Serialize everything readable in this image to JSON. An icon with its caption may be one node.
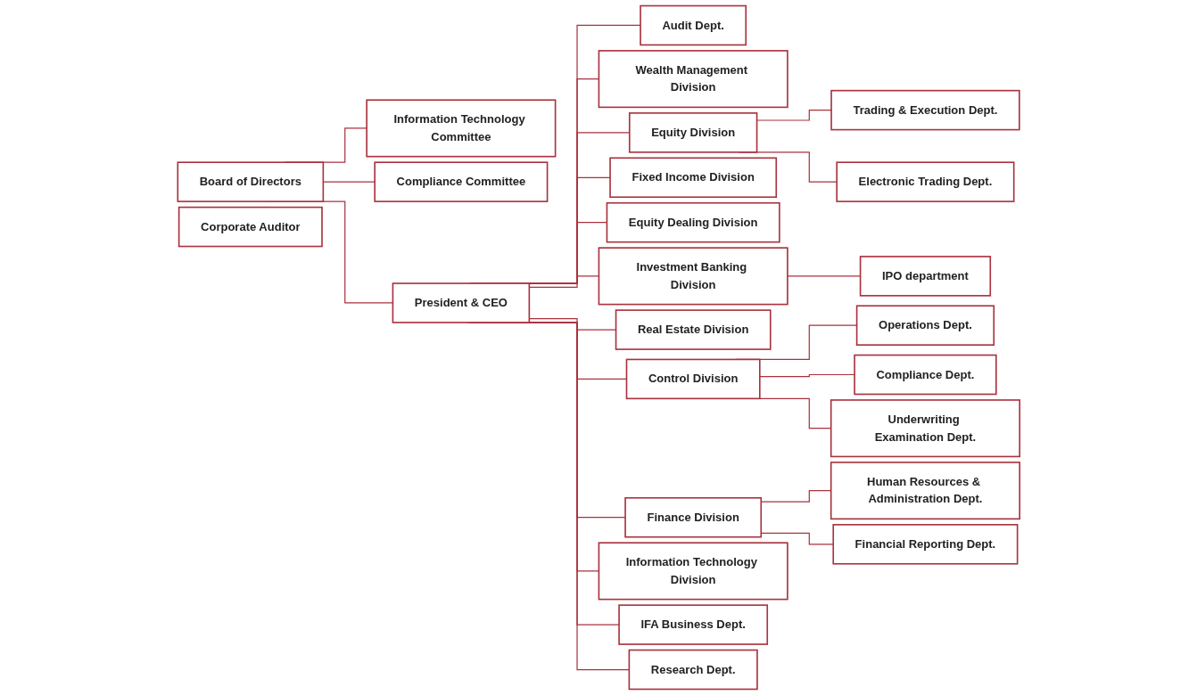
{
  "diagram": {
    "nodes": [
      {
        "text": [
          "Board of Directors"
        ]
      },
      {
        "text": [
          "Information Technology Committee"
        ]
      },
      {
        "text": [
          "Compliance Committee"
        ]
      },
      {
        "text": [
          "Corporate Auditor"
        ]
      },
      {
        "text": [
          "President & CEO"
        ]
      },
      {
        "text": [
          "Audit Dept."
        ]
      },
      {
        "text": [
          "Wealth Management Division"
        ]
      },
      {
        "text": [
          "Equity Division"
        ]
      },
      {
        "text": [
          "Fixed Income Division"
        ]
      },
      {
        "text": [
          "Equity Dealing Division"
        ]
      },
      {
        "text": [
          "Investment Banking Division"
        ]
      },
      {
        "text": [
          "Real Estate Division"
        ]
      },
      {
        "text": [
          "Control Division"
        ]
      },
      {
        "text": [
          "Finance Division"
        ]
      },
      {
        "text": [
          "Information Technology Division"
        ]
      },
      {
        "text": [
          "Trading & Execution Dept."
        ]
      },
      {
        "text": [
          "Electronic Trading Dept."
        ]
      },
      {
        "text": [
          "IPO department"
        ]
      },
      {
        "text": [
          "IFA Business Dept."
        ]
      },
      {
        "text": [
          "Operations Dept."
        ]
      },
      {
        "text": [
          "Compliance Dept."
        ]
      },
      {
        "text": [
          "Underwriting Examination Dept."
        ]
      },
      {
        "text": [
          "Human Resources & Administration Dept."
        ]
      },
      {
        "text": [
          "Financial Reporting Dept."
        ]
      },
      {
        "text": [
          "Research Dept."
        ]
      }
    ],
    "edges": [
      {
        "from": 0,
        "to": 1,
        "arrow": "none"
      },
      {
        "from": 0,
        "to": 2,
        "arrow": "none"
      },
      {
        "from": 0,
        "to": 4,
        "arrow": "none"
      },
      {
        "from": 4,
        "to": 5,
        "arrow": "none"
      },
      {
        "from": 4,
        "to": 6,
        "arrow": "none"
      },
      {
        "from": 4,
        "to": 7,
        "arrow": "none"
      },
      {
        "from": 4,
        "to": 8,
        "arrow": "none"
      },
      {
        "from": 4,
        "to": 9,
        "arrow": "none"
      },
      {
        "from": 4,
        "to": 10,
        "arrow": "none"
      },
      {
        "from": 4,
        "to": 11,
        "arrow": "none"
      },
      {
        "from": 4,
        "to": 18,
        "arrow": "none"
      },
      {
        "from": 4,
        "to": 12,
        "arrow": "none"
      },
      {
        "from": 4,
        "to": 13,
        "arrow": "none"
      },
      {
        "from": 4,
        "to": 14,
        "arrow": "none"
      },
      {
        "from": 4,
        "to": 24,
        "arrow": "none"
      },
      {
        "from": 7,
        "to": 15,
        "arrow": "none"
      },
      {
        "from": 7,
        "to": 16,
        "arrow": "none"
      },
      {
        "from": 10,
        "to": 17,
        "arrow": "none"
      },
      {
        "from": 12,
        "to": 19,
        "arrow": "none"
      },
      {
        "from": 12,
        "to": 20,
        "arrow": "none"
      },
      {
        "from": 12,
        "to": 21,
        "arrow": "none"
      },
      {
        "from": 13,
        "to": 22,
        "arrow": "none"
      },
      {
        "from": 13,
        "to": 23,
        "arrow": "none"
      }
    ]
  }
}
